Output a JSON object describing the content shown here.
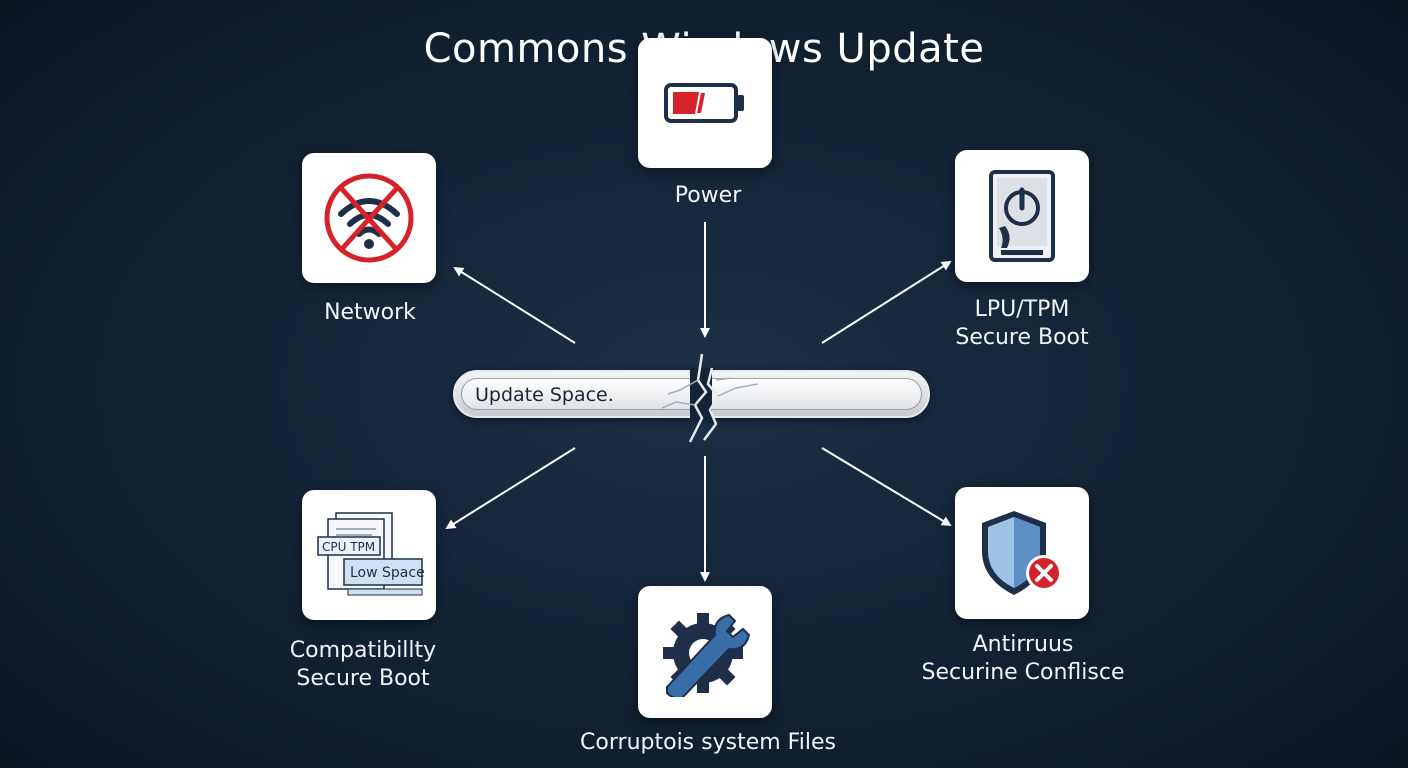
{
  "title": "Commons Windows Update",
  "center": {
    "label": "Update Space."
  },
  "nodes": {
    "power": {
      "label": "Power",
      "icon": "battery-low-icon"
    },
    "network": {
      "label": "Network",
      "icon": "no-wifi-icon"
    },
    "tpm": {
      "label_line1": "LPU/TPM",
      "label_line2": "Secure Boot",
      "icon": "drive-power-icon"
    },
    "compat": {
      "label_line1": "Compatibillty",
      "label_line2": "Secure Boot",
      "icon": "documents-icon",
      "doc_text1": "CPU TPM",
      "doc_text2": "Low Space"
    },
    "corrupt": {
      "label": "Corruptois system Files",
      "icon": "gear-wrench-icon"
    },
    "antivirus": {
      "label_line1": "Antirruus",
      "label_line2": "Securine Conflisce",
      "icon": "shield-error-icon"
    }
  },
  "colors": {
    "background": "#142437",
    "card": "#ffffff",
    "alert_red": "#d6222a",
    "icon_navy": "#1f2f4a",
    "icon_blue": "#3a6ea8"
  }
}
